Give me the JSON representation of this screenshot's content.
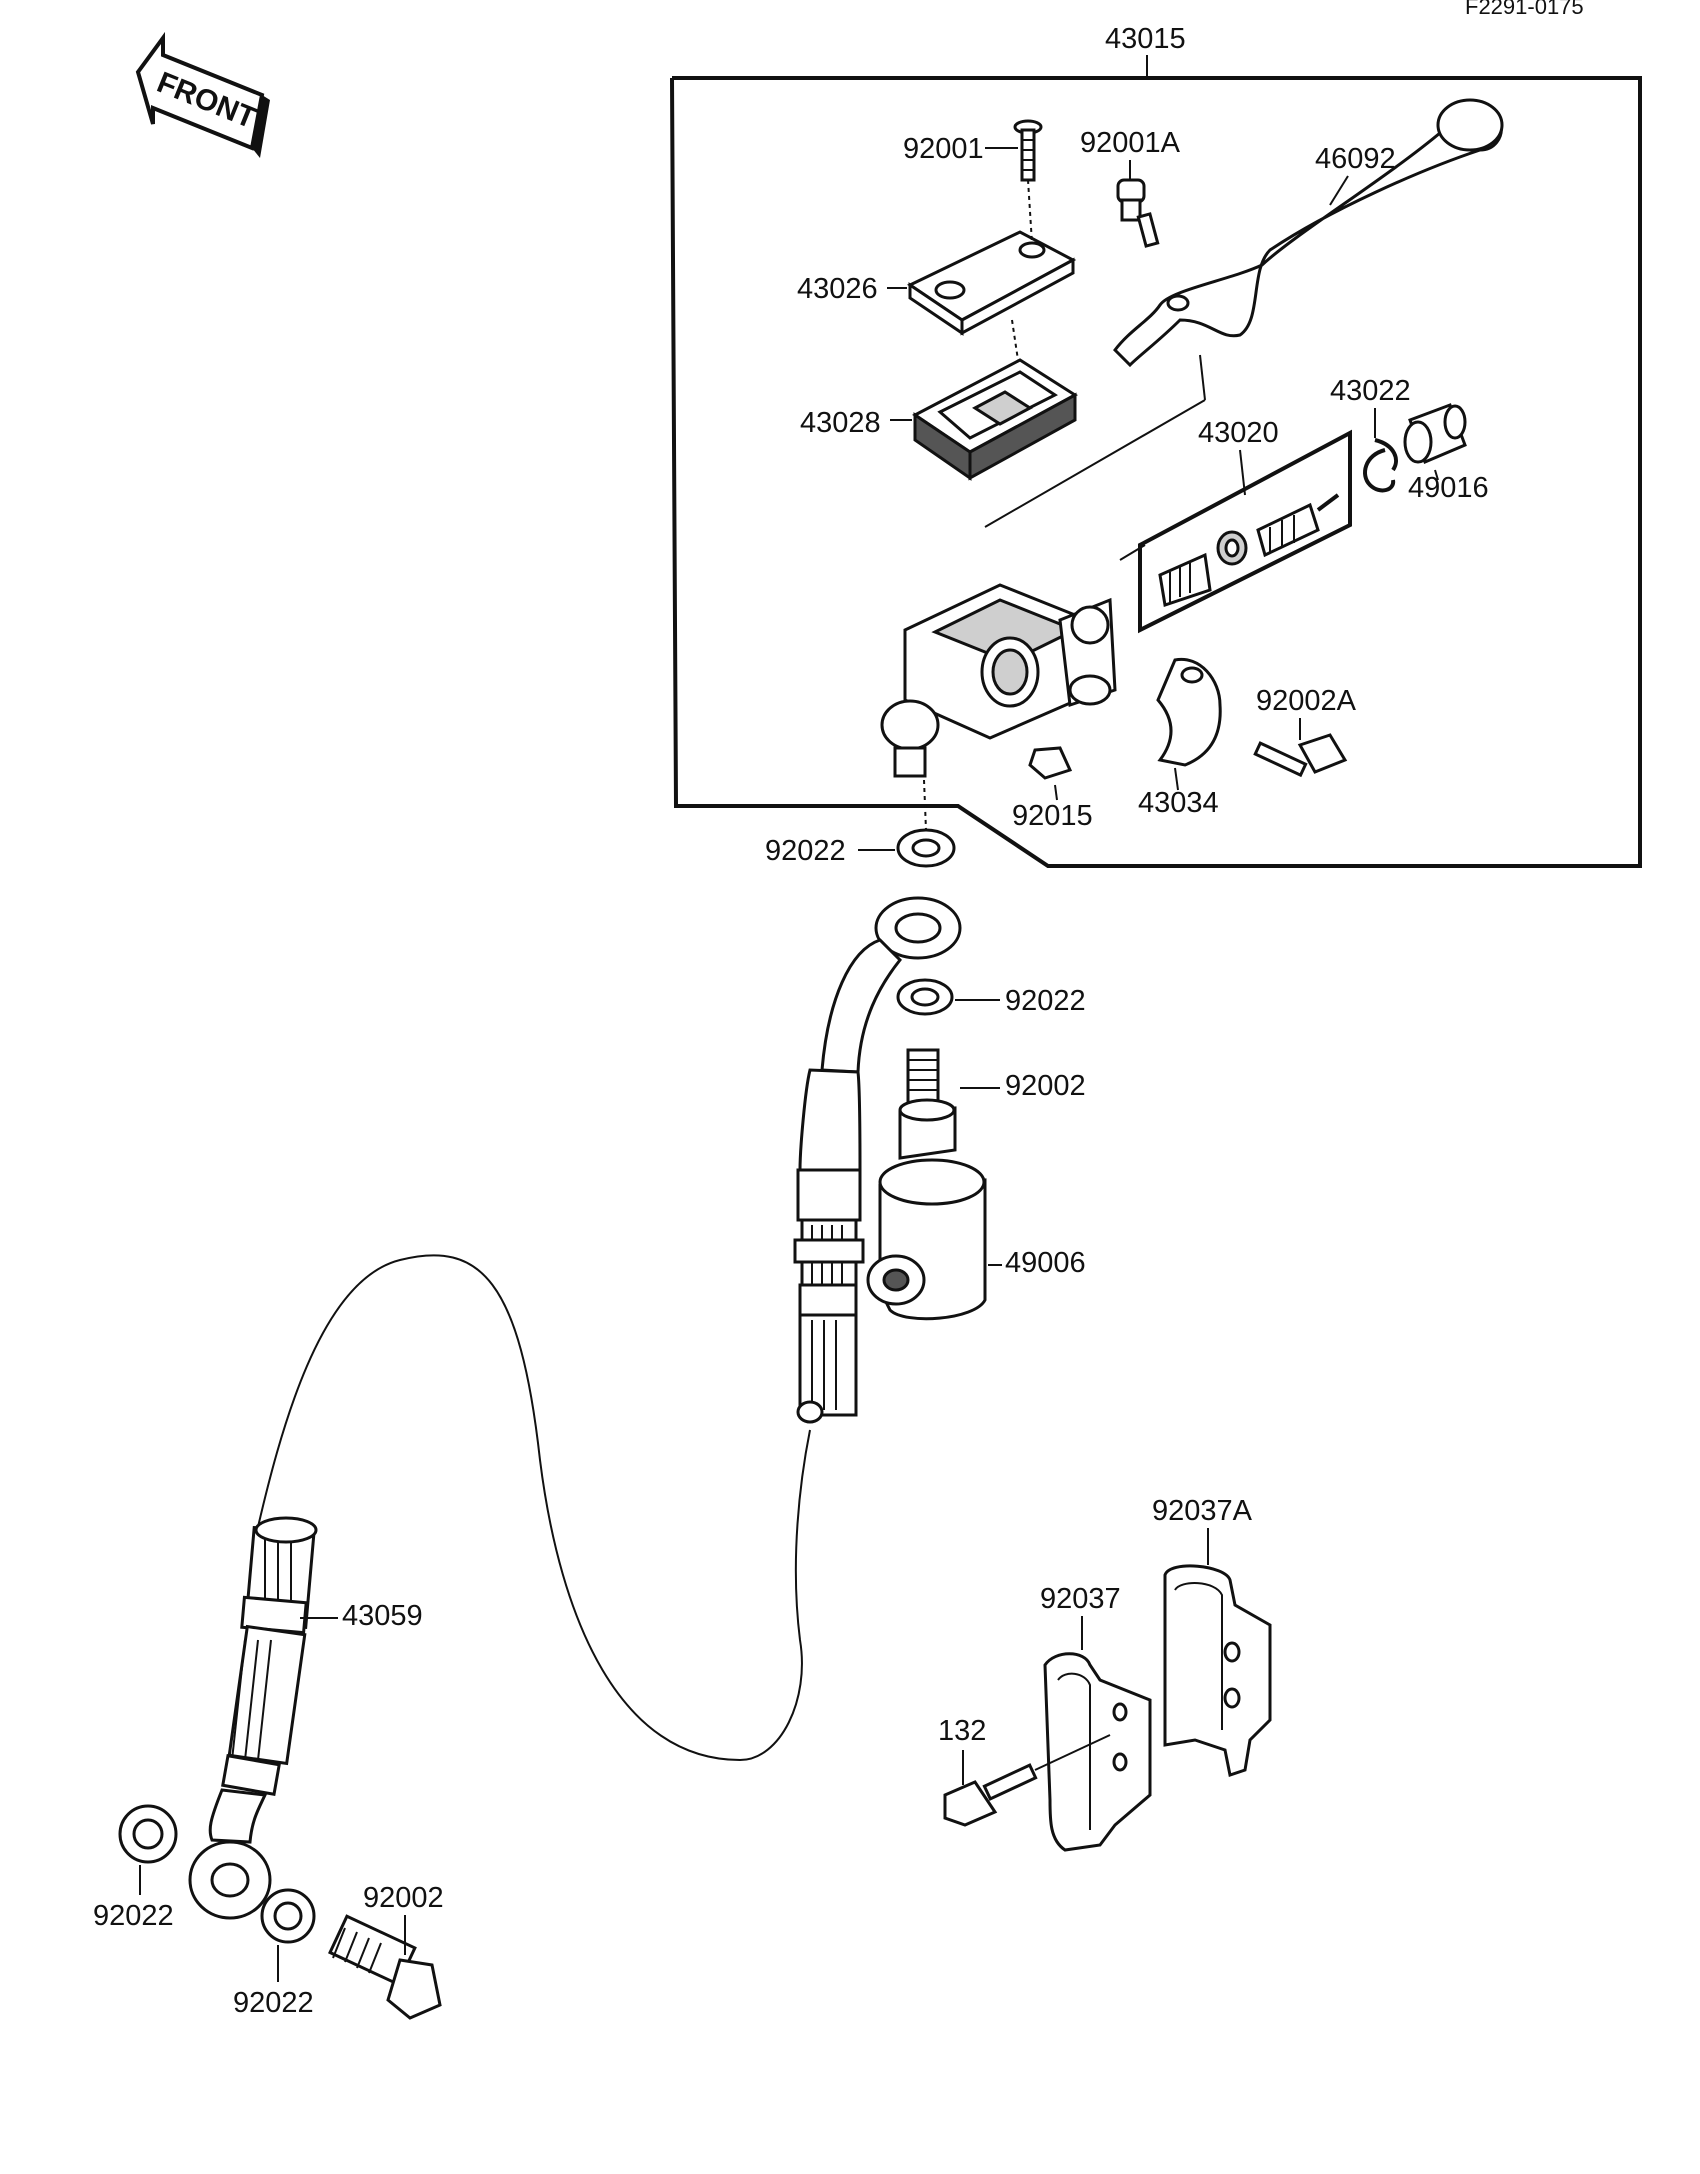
{
  "ref_code": "F2291-0175",
  "front_arrow": "FRONT",
  "labels": {
    "assembly_43015": "43015",
    "screw_92001": "92001",
    "bolt_92001A": "92001A",
    "lever_46092": "46092",
    "cap_43026": "43026",
    "diaphragm_43028": "43028",
    "circlip_43022": "43022",
    "piston_kit_43020": "43020",
    "boot_49016": "49016",
    "bolt_92002A": "92002A",
    "nut_92015": "92015",
    "holder_43034": "43034",
    "washer_92022_top": "92022",
    "washer_92022_mid": "92022",
    "banjo_bolt_92002_mid": "92002",
    "cover_49006": "49006",
    "hose_43059": "43059",
    "washer_92022_bl": "92022",
    "washer_92022_bc": "92022",
    "banjo_bolt_92002_bottom": "92002",
    "bracket_92037A": "92037A",
    "bracket_92037": "92037",
    "bolt_132": "132"
  }
}
